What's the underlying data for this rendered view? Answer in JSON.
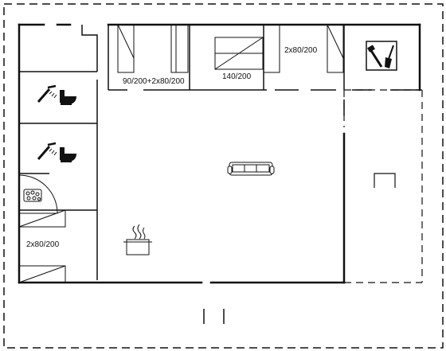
{
  "plan": {
    "rooms": [
      {
        "name": "bedroom-1",
        "bed_label": "90/200+2x80/200"
      },
      {
        "name": "bedroom-2",
        "bed_label": "140/200"
      },
      {
        "name": "bedroom-3",
        "bed_label": "2x80/200"
      },
      {
        "name": "bedroom-4",
        "bed_label": "2x80/200"
      }
    ],
    "icons": [
      "shower-icon",
      "toilet-icon",
      "sofa-icon",
      "cooking-pot-icon",
      "sauna-stones-icon",
      "utility-tools-icon",
      "washbasin-icon"
    ],
    "colors": {
      "wall": "#111111",
      "background": "#ffffff"
    }
  }
}
